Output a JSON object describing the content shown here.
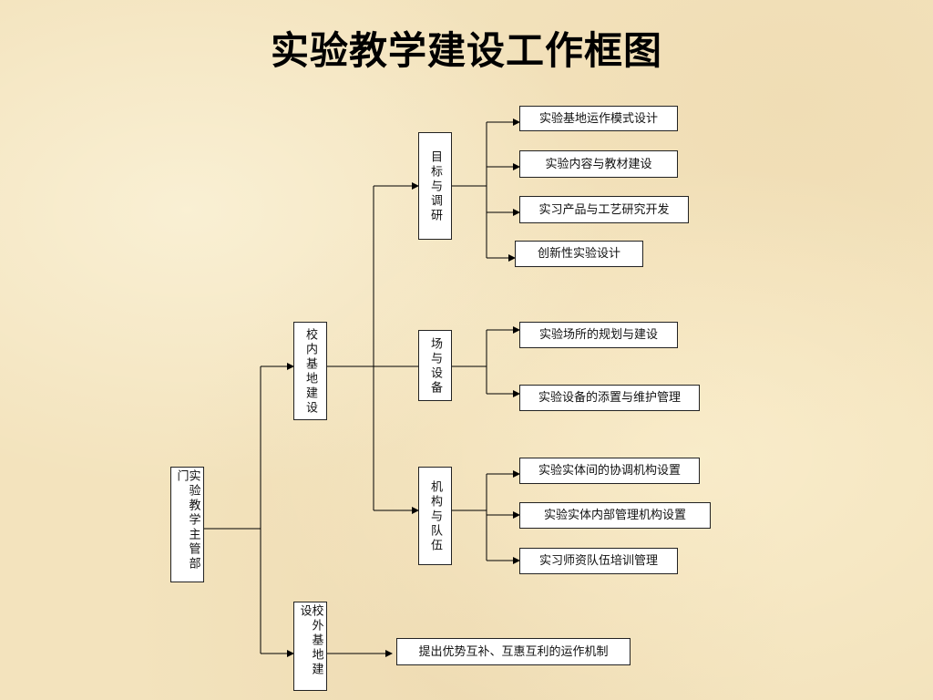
{
  "diagram": {
    "title": "实验教学建设工作框图",
    "root": {
      "label": "实验教学主管部门"
    },
    "level1": [
      {
        "label": "校内基地建设"
      },
      {
        "label": "校外基地建设"
      }
    ],
    "level2": [
      {
        "label": "目标与调研"
      },
      {
        "label": "场与设备"
      },
      {
        "label": "机构与队伍"
      }
    ],
    "leaves": {
      "target": [
        "实验基地运作模式设计",
        "实验内容与教材建设",
        "实习产品与工艺研究开发",
        "创新性实验设计"
      ],
      "venue": [
        "实验场所的规划与建设",
        "实验设备的添置与维护管理"
      ],
      "org": [
        "实验实体间的协调机构设置",
        "实验实体内部管理机构设置",
        "实习师资队伍培训管理"
      ],
      "external": [
        "提出优势互补、互惠互利的运作机制"
      ]
    }
  }
}
